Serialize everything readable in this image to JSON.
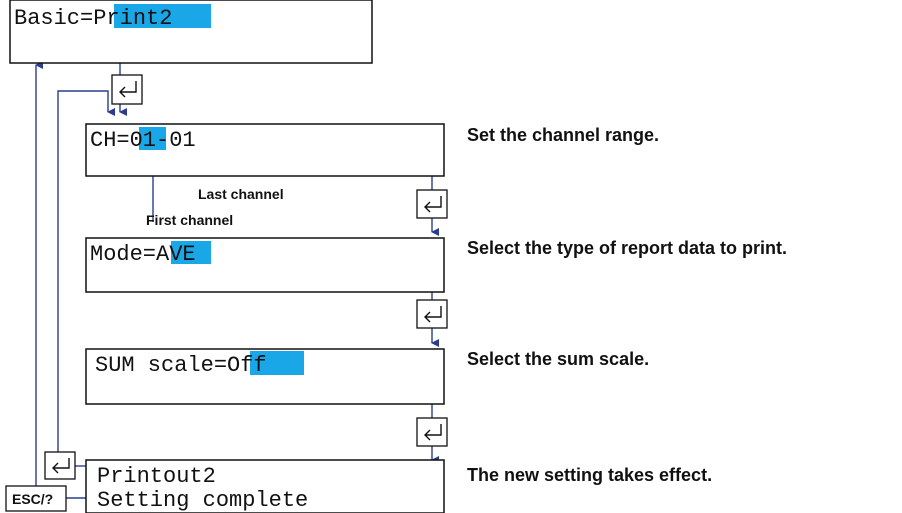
{
  "colors": {
    "highlight": "#1aa7e8",
    "arrow": "#2a3d8f",
    "text": "#111111"
  },
  "screens": {
    "basic": {
      "prefix": "Basic=",
      "value": "Print2"
    },
    "channel": {
      "prefix": "CH=",
      "first": "01",
      "separator": "-",
      "last": "01"
    },
    "mode": {
      "prefix": "Mode=",
      "value": "AVE"
    },
    "sum": {
      "prefix": "SUM scale=",
      "value": "Off"
    },
    "done": {
      "line1": "Printout2",
      "line2": "Setting complete"
    }
  },
  "annotations": {
    "last_channel": "Last channel",
    "first_channel": "First channel"
  },
  "descriptions": {
    "channel": "Set the channel range.",
    "mode": "Select the type of report data to print.",
    "sum": "Select the sum scale.",
    "done": "The new setting takes effect."
  },
  "keys": {
    "enter_icon": "enter-key-icon",
    "esc_label": "ESC/?"
  }
}
